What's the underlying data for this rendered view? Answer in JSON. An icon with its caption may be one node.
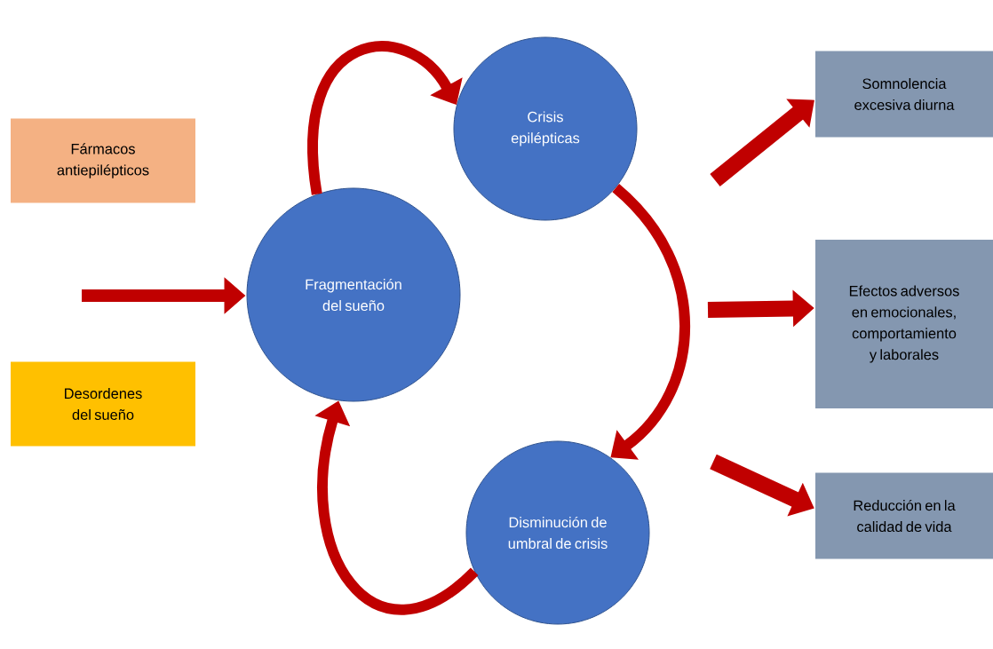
{
  "diagram": {
    "nodes": [
      {
        "text": [
          "Fármacos antiepilépticos"
        ]
      },
      {
        "text": [
          "Desordenes del sueño"
        ]
      },
      {
        "text": [
          "Fragmentación del sueño"
        ]
      },
      {
        "text": [
          "Crisis epilépticas"
        ]
      },
      {
        "text": [
          "Disminución de umbral de crisis"
        ]
      },
      {
        "text": [
          "Somnolencia excesiva diurna"
        ]
      },
      {
        "text": [
          "Efectos adversos en emocionales, comportamiento y laborales"
        ]
      },
      {
        "text": [
          "Reducción en la calidad de vida"
        ]
      }
    ],
    "edges": [
      {
        "from": null,
        "to": 2,
        "arrow": "to"
      },
      {
        "from": 2,
        "to": 3,
        "arrow": "to"
      },
      {
        "from": 3,
        "to": 4,
        "arrow": "to"
      },
      {
        "from": 4,
        "to": 2,
        "arrow": "to"
      },
      {
        "from": null,
        "to": 5,
        "arrow": "to"
      },
      {
        "from": null,
        "to": 6,
        "arrow": "to"
      },
      {
        "from": null,
        "to": 7,
        "arrow": "to"
      }
    ]
  }
}
